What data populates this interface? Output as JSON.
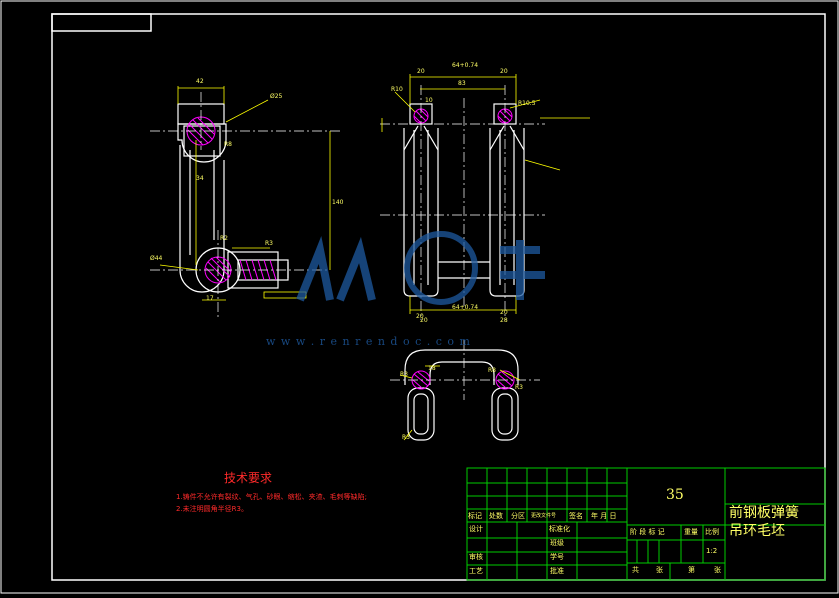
{
  "tech_requirements": {
    "title": "技术要求",
    "items": [
      "1.铸件不允许有裂纹、气孔、砂眼、缩松、夹渣、毛刺等缺陷;",
      "2.未注明圆角半径R3。"
    ]
  },
  "title_block": {
    "part_number": "35",
    "part_name_line1": "前钢板弹簧",
    "part_name_line2": "吊环毛坯",
    "header_row": [
      "标记",
      "处数",
      "分区",
      "更改文件号",
      "签名",
      "年 月 日"
    ],
    "design": "设计",
    "std": "标准化",
    "review": "审核",
    "process": "工艺",
    "class": "班级",
    "student_id": "学号",
    "approve": "批准",
    "stage_mark": "阶 段 标 记",
    "weight": "重量",
    "ratio": "比例",
    "scale": "1:2",
    "sheets_total": "共",
    "sheet_label": "张",
    "sheet_no": "第",
    "sheet_label2": "张"
  },
  "dimensions": {
    "left_view": [
      "42",
      "Ø25",
      "R8",
      "34",
      "140",
      "R2",
      "R3",
      "Ø44",
      "17"
    ],
    "front_view": [
      "20",
      "64+0.74",
      "20",
      "83",
      "R10",
      "10",
      "R10.5",
      "20",
      "64+0.74",
      "20",
      "20",
      "28"
    ],
    "bottom_view": [
      "R3",
      "R8",
      "18",
      "R3",
      "R3"
    ]
  },
  "watermark": {
    "text": "人人文库",
    "url": "w w w . r e n r e n d o c . c o m"
  },
  "colors": {
    "frame": "#ffffff",
    "part_outline": "#ffffff",
    "dimension": "#ffff00",
    "hatch": "#ff00ff",
    "title_grid": "#00ff00",
    "note_text": "#ff2a2a",
    "watermark": "#1e5aa0"
  }
}
